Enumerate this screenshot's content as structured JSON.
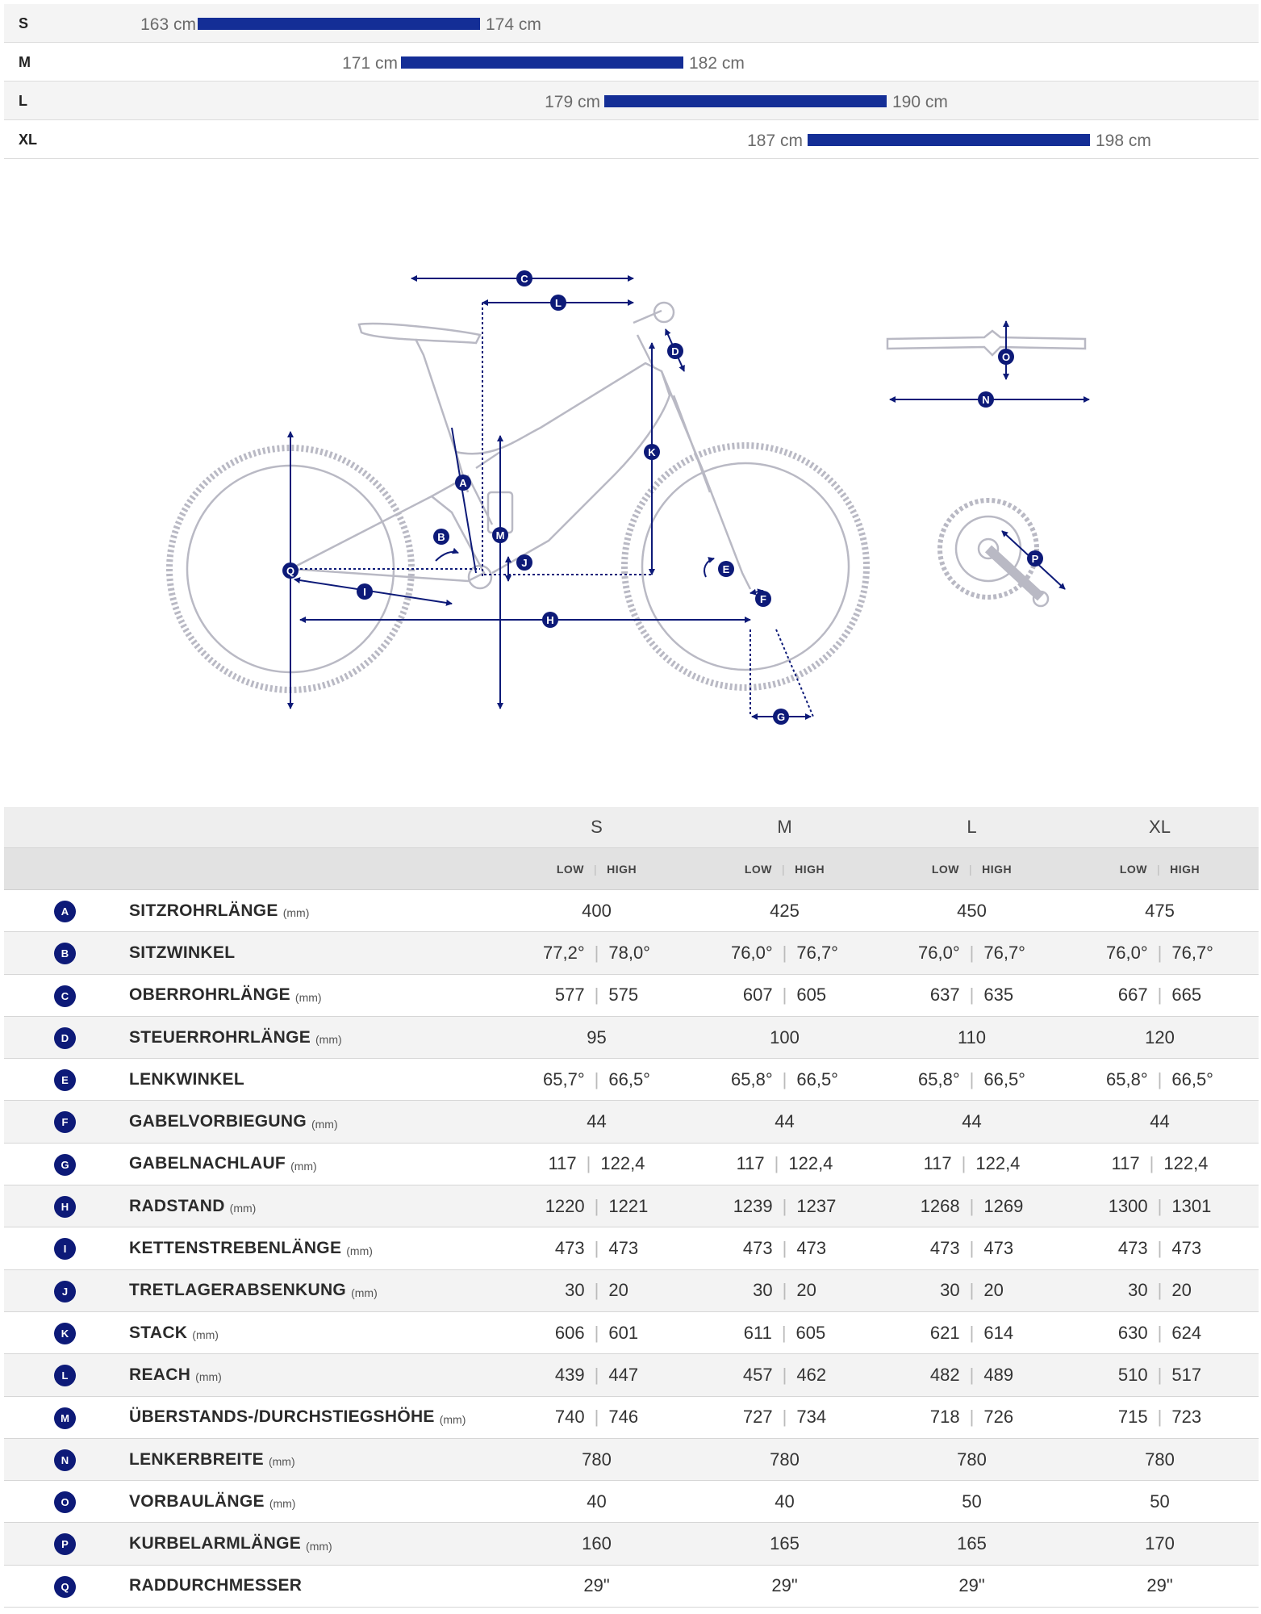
{
  "size_chart": {
    "rows": [
      {
        "size": "S",
        "min": "163 cm",
        "max": "174 cm"
      },
      {
        "size": "M",
        "min": "171 cm",
        "max": "182 cm"
      },
      {
        "size": "L",
        "min": "179 cm",
        "max": "190 cm"
      },
      {
        "size": "XL",
        "min": "187 cm",
        "max": "198 cm"
      }
    ]
  },
  "diagram": {
    "labels": [
      "A",
      "B",
      "C",
      "D",
      "E",
      "F",
      "G",
      "H",
      "I",
      "J",
      "K",
      "L",
      "M",
      "N",
      "O",
      "P",
      "Q"
    ],
    "marker_color": "#0d1a78",
    "line_color": "#b9b9c4"
  },
  "table": {
    "sizes": [
      "S",
      "M",
      "L",
      "XL"
    ],
    "low": "LOW",
    "high": "HIGH",
    "rows": [
      {
        "letter": "A",
        "name": "SITZROHRLÄNGE",
        "unit": "(mm)",
        "values": [
          [
            "400"
          ],
          [
            "425"
          ],
          [
            "450"
          ],
          [
            "475"
          ]
        ]
      },
      {
        "letter": "B",
        "name": "SITZWINKEL",
        "unit": "",
        "values": [
          [
            "77,2°",
            "78,0°"
          ],
          [
            "76,0°",
            "76,7°"
          ],
          [
            "76,0°",
            "76,7°"
          ],
          [
            "76,0°",
            "76,7°"
          ]
        ]
      },
      {
        "letter": "C",
        "name": "OBERROHRLÄNGE",
        "unit": "(mm)",
        "values": [
          [
            "577",
            "575"
          ],
          [
            "607",
            "605"
          ],
          [
            "637",
            "635"
          ],
          [
            "667",
            "665"
          ]
        ]
      },
      {
        "letter": "D",
        "name": "STEUERROHRLÄNGE",
        "unit": "(mm)",
        "values": [
          [
            "95"
          ],
          [
            "100"
          ],
          [
            "110"
          ],
          [
            "120"
          ]
        ]
      },
      {
        "letter": "E",
        "name": "LENKWINKEL",
        "unit": "",
        "values": [
          [
            "65,7°",
            "66,5°"
          ],
          [
            "65,8°",
            "66,5°"
          ],
          [
            "65,8°",
            "66,5°"
          ],
          [
            "65,8°",
            "66,5°"
          ]
        ]
      },
      {
        "letter": "F",
        "name": "GABELVORBIEGUNG",
        "unit": "(mm)",
        "values": [
          [
            "44"
          ],
          [
            "44"
          ],
          [
            "44"
          ],
          [
            "44"
          ]
        ]
      },
      {
        "letter": "G",
        "name": "GABELNACHLAUF",
        "unit": "(mm)",
        "values": [
          [
            "117",
            "122,4"
          ],
          [
            "117",
            "122,4"
          ],
          [
            "117",
            "122,4"
          ],
          [
            "117",
            "122,4"
          ]
        ]
      },
      {
        "letter": "H",
        "name": "RADSTAND",
        "unit": "(mm)",
        "values": [
          [
            "1220",
            "1221"
          ],
          [
            "1239",
            "1237"
          ],
          [
            "1268",
            "1269"
          ],
          [
            "1300",
            "1301"
          ]
        ]
      },
      {
        "letter": "I",
        "name": "KETTENSTREBENLÄNGE",
        "unit": "(mm)",
        "values": [
          [
            "473",
            "473"
          ],
          [
            "473",
            "473"
          ],
          [
            "473",
            "473"
          ],
          [
            "473",
            "473"
          ]
        ]
      },
      {
        "letter": "J",
        "name": "TRETLAGERABSENKUNG",
        "unit": "(mm)",
        "values": [
          [
            "30",
            "20"
          ],
          [
            "30",
            "20"
          ],
          [
            "30",
            "20"
          ],
          [
            "30",
            "20"
          ]
        ]
      },
      {
        "letter": "K",
        "name": "STACK",
        "unit": "(mm)",
        "values": [
          [
            "606",
            "601"
          ],
          [
            "611",
            "605"
          ],
          [
            "621",
            "614"
          ],
          [
            "630",
            "624"
          ]
        ]
      },
      {
        "letter": "L",
        "name": "REACH",
        "unit": "(mm)",
        "values": [
          [
            "439",
            "447"
          ],
          [
            "457",
            "462"
          ],
          [
            "482",
            "489"
          ],
          [
            "510",
            "517"
          ]
        ]
      },
      {
        "letter": "M",
        "name": "ÜBERSTANDS-/DURCHSTIEGSHÖHE",
        "unit": "(mm)",
        "values": [
          [
            "740",
            "746"
          ],
          [
            "727",
            "734"
          ],
          [
            "718",
            "726"
          ],
          [
            "715",
            "723"
          ]
        ]
      },
      {
        "letter": "N",
        "name": "LENKERBREITE",
        "unit": "(mm)",
        "values": [
          [
            "780"
          ],
          [
            "780"
          ],
          [
            "780"
          ],
          [
            "780"
          ]
        ]
      },
      {
        "letter": "O",
        "name": "VORBAULÄNGE",
        "unit": "(mm)",
        "values": [
          [
            "40"
          ],
          [
            "40"
          ],
          [
            "50"
          ],
          [
            "50"
          ]
        ]
      },
      {
        "letter": "P",
        "name": "KURBELARMLÄNGE",
        "unit": "(mm)",
        "values": [
          [
            "160"
          ],
          [
            "165"
          ],
          [
            "165"
          ],
          [
            "170"
          ]
        ]
      },
      {
        "letter": "Q",
        "name": "RADDURCHMESSER",
        "unit": "",
        "values": [
          [
            "29\""
          ],
          [
            "29\""
          ],
          [
            "29\""
          ],
          [
            "29\""
          ]
        ]
      }
    ]
  }
}
